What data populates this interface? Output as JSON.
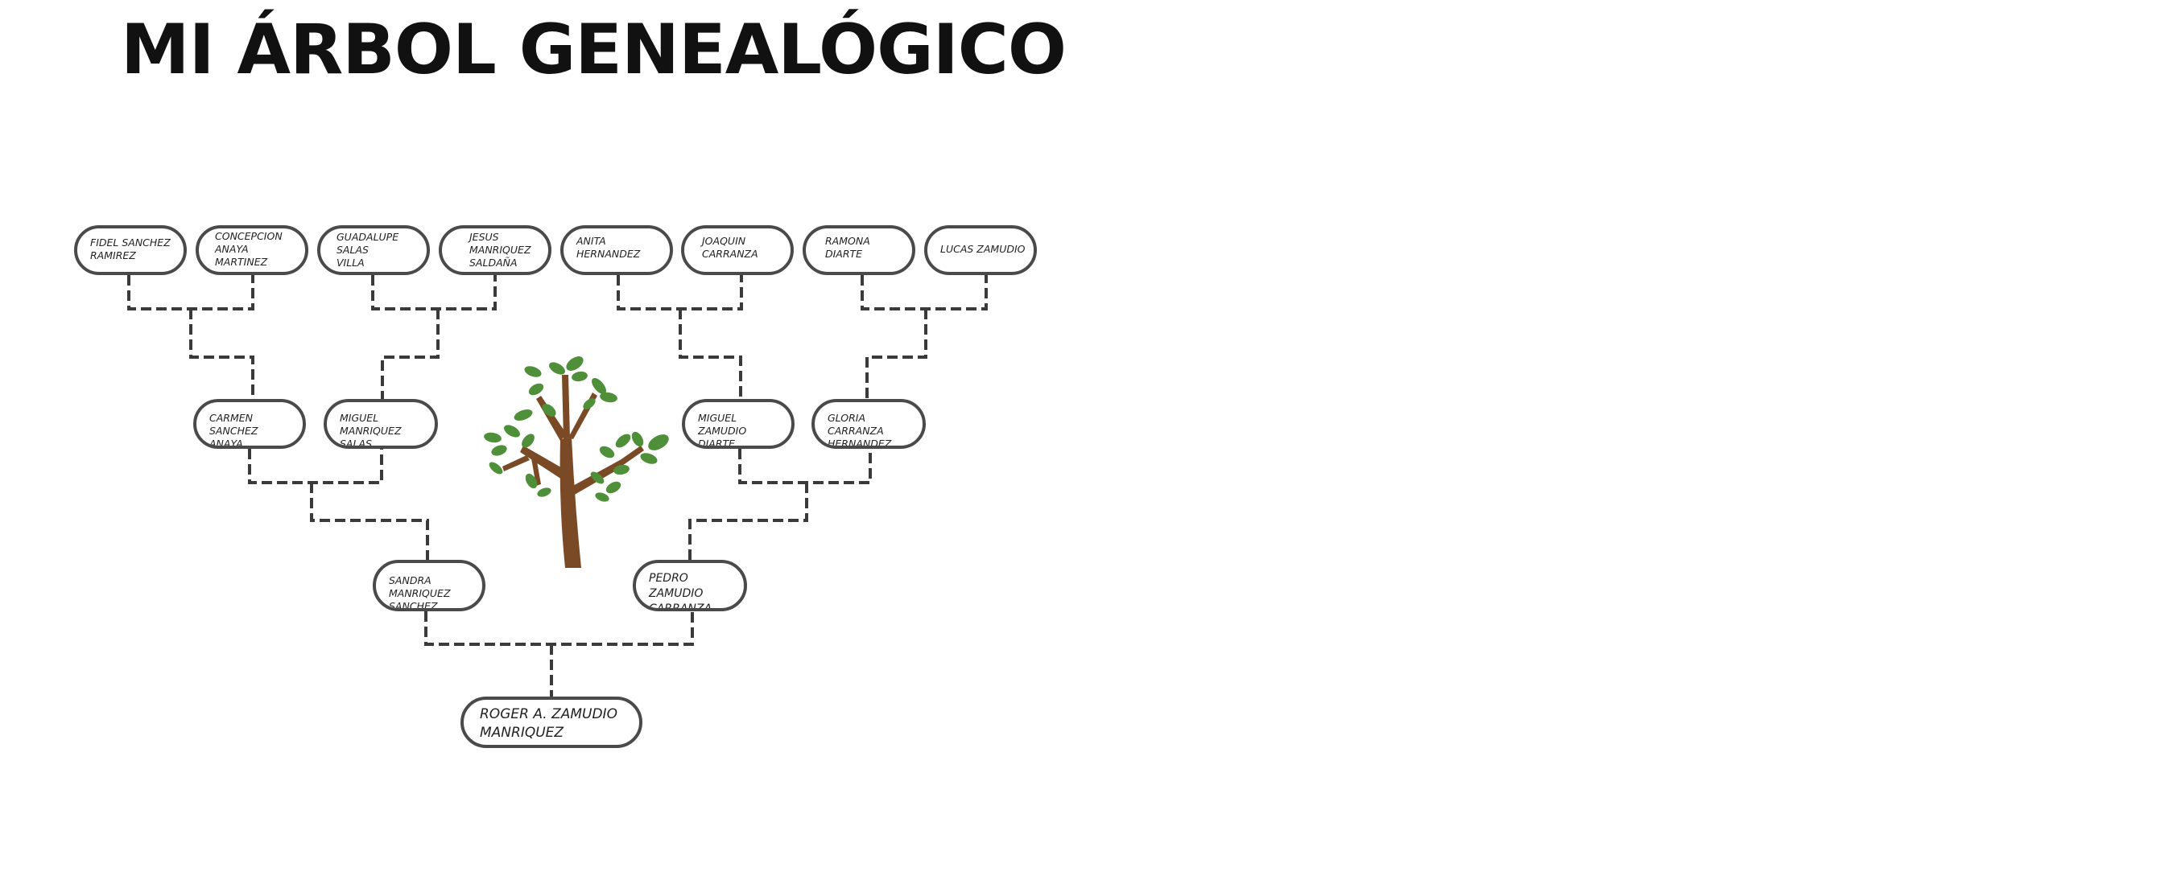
{
  "title": "MI ÁRBOL GENEALÓGICO",
  "colors": {
    "box_border": "#4a4a4a",
    "connector": "#3a3a3a",
    "trunk": "#7a4a26",
    "leaf": "#4f8f3a"
  },
  "tree_icon": "tree-illustration",
  "people": {
    "roger": "ROGER A. ZAMUDIO\nMANRIQUEZ",
    "sandra": "SANDRA MANRIQUEZ\nSANCHEZ",
    "pedro": "PEDRO ZAMUDIO\nCARRANZA",
    "carmen": "CARMEN SANCHEZ\nANAYA",
    "miguel_manriquez": "MIGUEL MANRIQUEZ\nSALAS",
    "miguel_zamudio": "MIGUEL ZAMUDIO\nDIARTE",
    "gloria": "GLORIA CARRANZA\nHERNANDEZ",
    "fidel": "FIDEL SANCHEZ\nRAMIREZ",
    "concepcion": "CONCEPCION\nANAYA\nMARTINEZ",
    "guadalupe": "GUADALUPE\nSALAS\nVILLA",
    "jesus": "JESUS\nMANRIQUEZ\nSALDAÑA",
    "anita": "ANITA\nHERNANDEZ",
    "joaquin": "JOAQUIN\nCARRANZA",
    "ramona": "RAMONA\nDIARTE",
    "lucas": "LUCAS ZAMUDIO"
  }
}
